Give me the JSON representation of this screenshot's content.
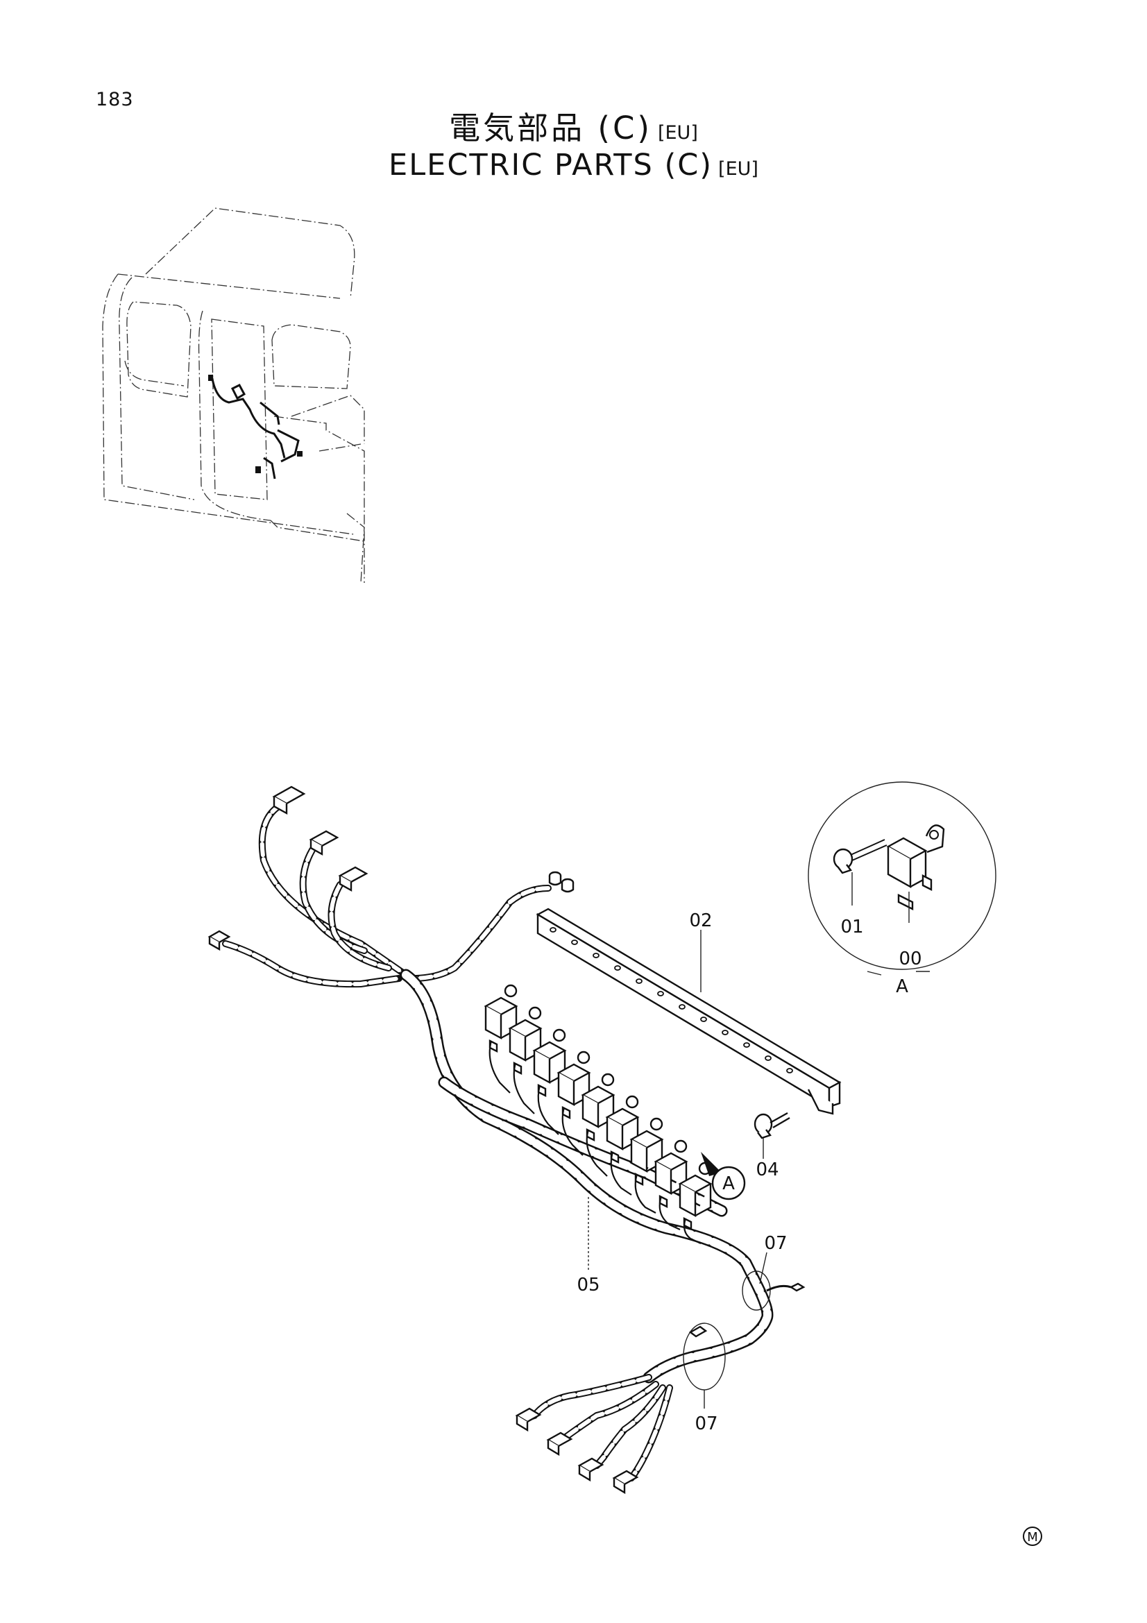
{
  "page_number": "183",
  "title_jp": "電気部品 (C)",
  "title_en": "ELECTRIC PARTS (C)",
  "region_tag": "[EU]",
  "callouts": {
    "bracket": "02",
    "relay_detail": "00",
    "screw_detail": "01",
    "bolt": "04",
    "harness": "05",
    "clamp_upper": "07",
    "clamp_lower": "07"
  },
  "detail_marker": "A",
  "detail_label": "A",
  "mark": "M"
}
